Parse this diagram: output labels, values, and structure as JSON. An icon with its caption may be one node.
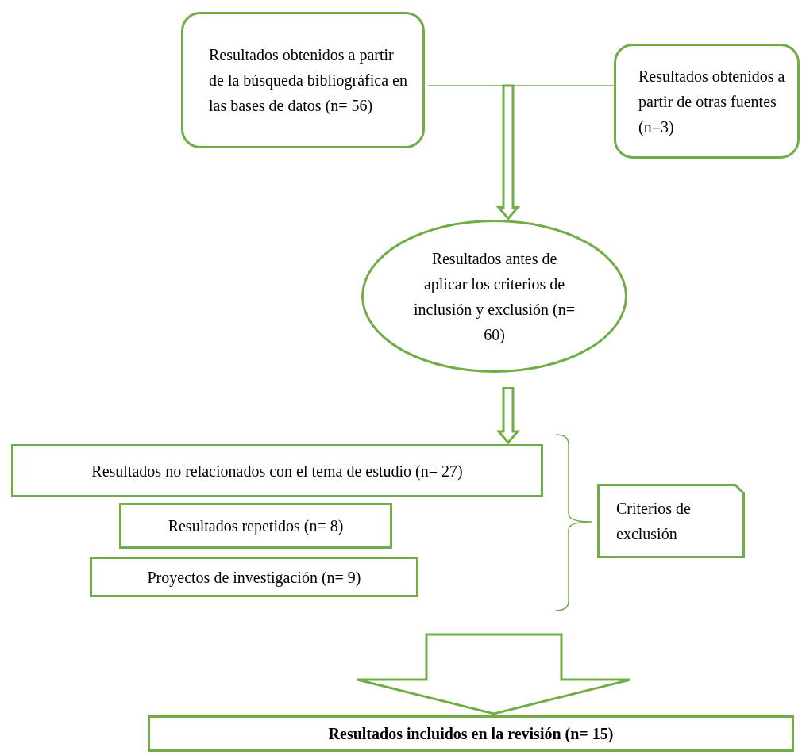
{
  "diagram": {
    "nodes": [
      {
        "text": [
          "Resultados obtenidos a partir de la búsqueda bibliográfica en las bases de datos (n= 56)"
        ]
      },
      {
        "text": [
          "Resultados obtenidos a partir de otras fuentes (n=3)"
        ]
      },
      {
        "text": [
          "Resultados antes de aplicar los criterios de inclusión y exclusión (n= 60)"
        ]
      },
      {
        "text": [
          "Resultados no relacionados con el tema de estudio (n= 27)"
        ]
      },
      {
        "text": [
          "Resultados repetidos (n= 8)"
        ]
      },
      {
        "text": [
          "Proyectos de investigación (n= 9)"
        ]
      },
      {
        "text": [
          "Criterios de exclusión"
        ]
      },
      {
        "text": [
          "Resultados incluidos en la revisión (n= 15)"
        ]
      }
    ],
    "edges": [
      {
        "from": 0,
        "to": 1,
        "arrow": "none"
      },
      {
        "from": null,
        "to": 2,
        "arrow": "to"
      },
      {
        "from": 2,
        "to": 3,
        "arrow": "to"
      },
      {
        "from": null,
        "to": 7,
        "arrow": "to"
      }
    ]
  }
}
